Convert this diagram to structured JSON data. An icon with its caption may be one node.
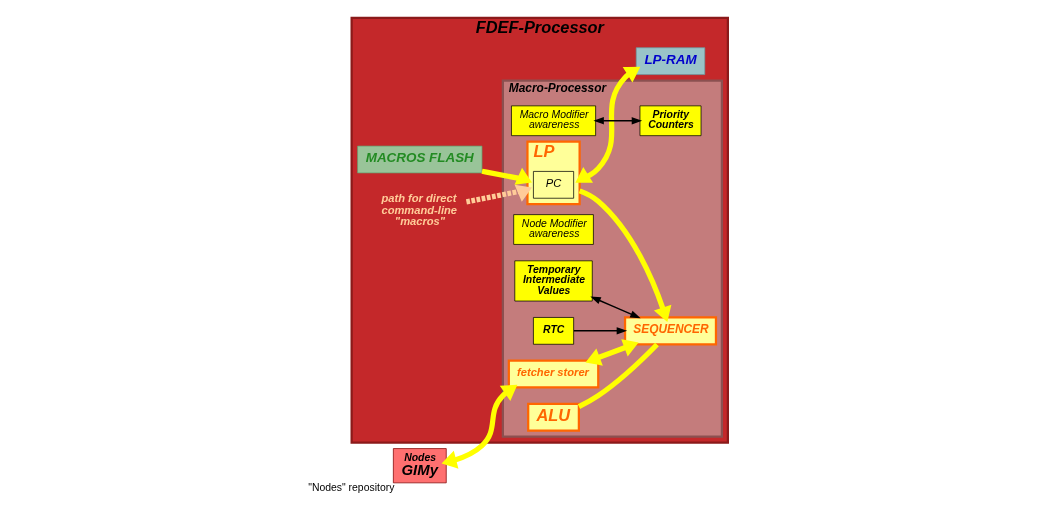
{
  "diagram": {
    "nodes": [
      {
        "text": [
          "FDEF-Processor"
        ]
      },
      {
        "text": [
          "Macro-Processor"
        ],
        "in": 0
      },
      {
        "text": [
          "fetcher storer"
        ],
        "in": 1
      },
      {
        "text": [
          "Node Modifier awareness"
        ],
        "in": 1
      },
      {
        "text": [
          "SEQUENCER"
        ],
        "in": 1
      },
      {
        "text": [
          "LP"
        ],
        "in": 1
      },
      {
        "text": [
          "PC"
        ],
        "in": 5
      },
      {
        "text": [
          "Macro Modifier awareness"
        ],
        "in": 1
      },
      {
        "text": [
          "Temporary Intermediate Values"
        ],
        "in": 1
      },
      {
        "text": [
          "Priority Counters"
        ],
        "in": 1
      },
      {
        "text": [
          "RTC"
        ],
        "in": 1
      },
      {
        "text": [
          "ALU"
        ],
        "in": 1
      },
      {
        "text": [
          "MACROS FLASH"
        ],
        "in": 0
      },
      {
        "text": [
          "LP-RAM"
        ],
        "in": 0
      },
      {
        "text": [
          "Nodes",
          "GIMy"
        ],
        "beside": [
          "\"Nodes\" repository"
        ]
      },
      {
        "text": [
          "path for direct command-line \"macros\""
        ],
        "in": 0
      }
    ],
    "edges": [
      {
        "from": 14,
        "to": 2,
        "arrow": "both"
      },
      {
        "from": 2,
        "to": 4,
        "arrow": "both"
      },
      {
        "from": 5,
        "to": 4,
        "arrow": "to"
      },
      {
        "from": 12,
        "to": 5,
        "arrow": "to"
      },
      {
        "from": 5,
        "to": 13,
        "arrow": "both"
      },
      {
        "from": 7,
        "to": 9,
        "arrow": "both",
        "color": "#000000"
      },
      {
        "from": 8,
        "to": 4,
        "arrow": "both",
        "color": "#000000"
      },
      {
        "from": 10,
        "to": 4,
        "arrow": "to",
        "color": "#000000"
      },
      {
        "from": 11,
        "to": 4,
        "arrow": "none"
      },
      {
        "from": 15,
        "to": 5,
        "arrow": "to",
        "style": "dashed",
        "color": "#ffcc99"
      }
    ]
  }
}
